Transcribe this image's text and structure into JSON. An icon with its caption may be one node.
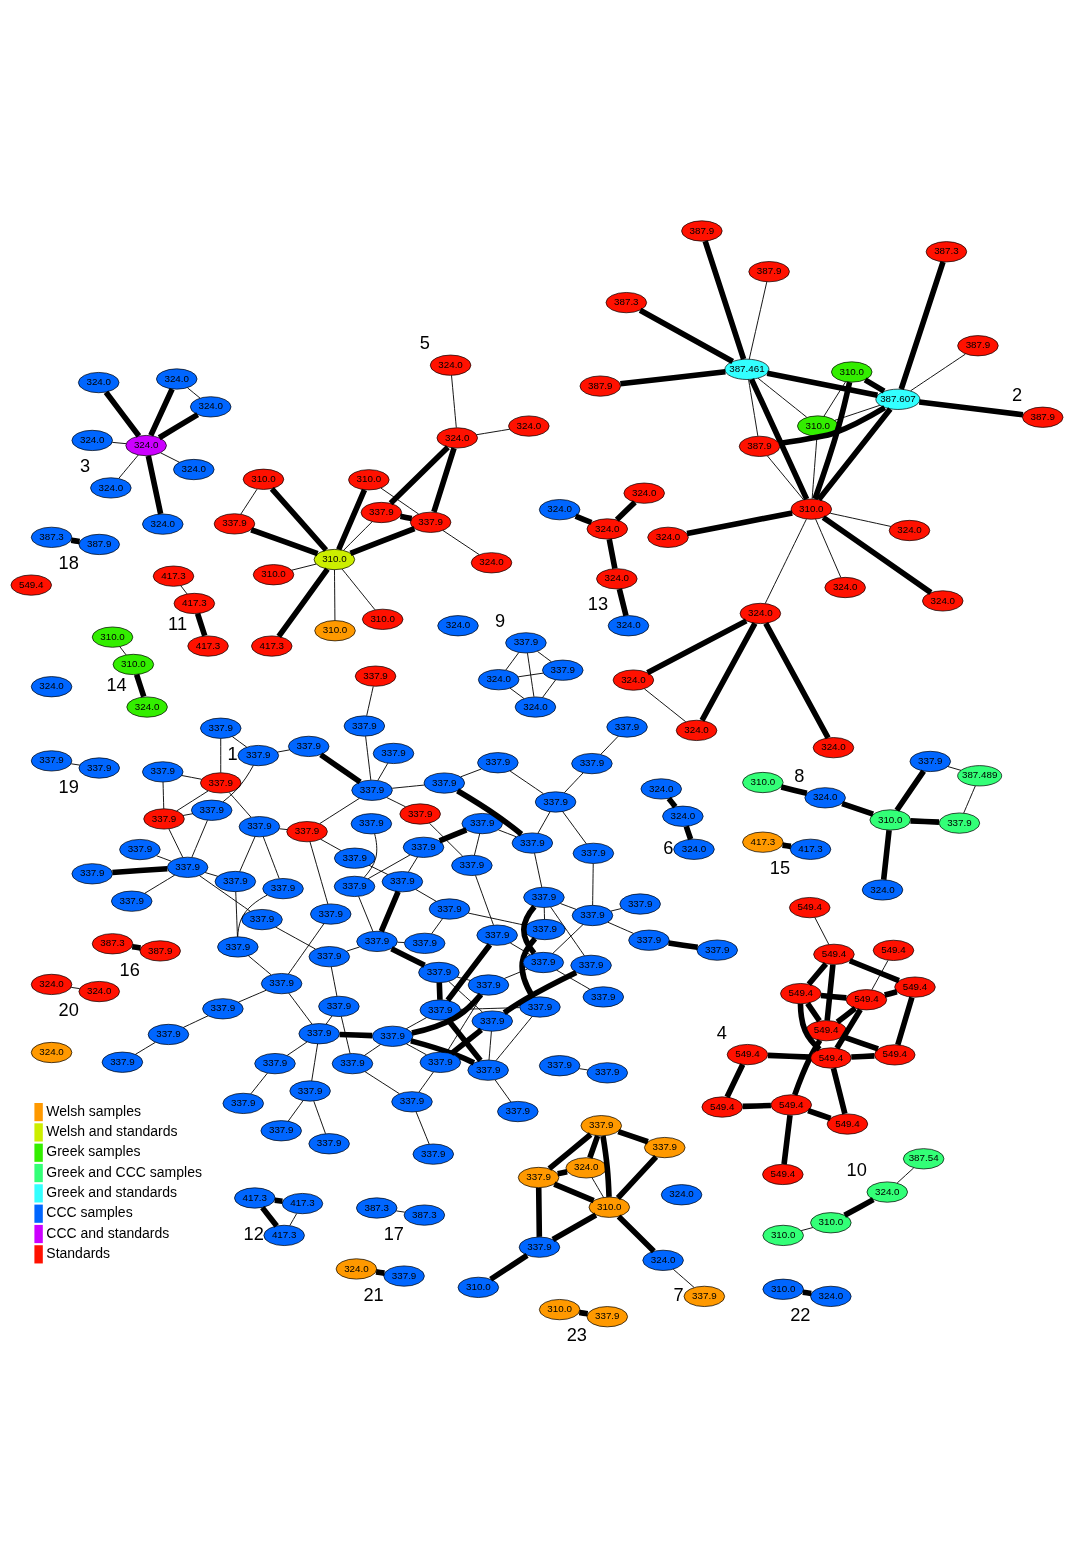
{
  "diagram": {
    "nodes": [
      {
        "text": [
          "337.9"
        ]
      },
      {
        "text": [
          "337.9"
        ]
      },
      {
        "text": [
          "337.9"
        ]
      },
      {
        "text": [
          "337.9"
        ]
      },
      {
        "text": [
          "337.9"
        ]
      },
      {
        "text": [
          "337.9"
        ]
      },
      {
        "text": [
          "337.9"
        ]
      },
      {
        "text": [
          "337.9"
        ]
      },
      {
        "text": [
          "337.9"
        ]
      },
      {
        "text": [
          "337.9"
        ]
      },
      {
        "text": [
          "337.9"
        ]
      },
      {
        "text": [
          "337.9"
        ]
      },
      {
        "text": [
          "337.9"
        ]
      },
      {
        "text": [
          "337.9"
        ]
      },
      {
        "text": [
          "337.9"
        ]
      },
      {
        "text": [
          "337.9"
        ]
      },
      {
        "text": [
          "337.9"
        ]
      },
      {
        "text": [
          "337.9"
        ]
      },
      {
        "text": [
          "337.9"
        ]
      },
      {
        "text": [
          "337.9"
        ]
      },
      {
        "text": [
          "337.9"
        ]
      },
      {
        "text": [
          "337.9"
        ]
      },
      {
        "text": [
          "337.9"
        ]
      },
      {
        "text": [
          "337.9"
        ]
      },
      {
        "text": [
          "337.9"
        ]
      },
      {
        "text": [
          "337.9"
        ]
      },
      {
        "text": [
          "337.9"
        ]
      },
      {
        "text": [
          "337.9"
        ]
      },
      {
        "text": [
          "337.9"
        ]
      },
      {
        "text": [
          "337.9"
        ]
      },
      {
        "text": [
          "337.9"
        ]
      },
      {
        "text": [
          "337.9"
        ]
      },
      {
        "text": [
          "337.9"
        ]
      },
      {
        "text": [
          "337.9"
        ]
      },
      {
        "text": [
          "337.9"
        ]
      },
      {
        "text": [
          "337.9"
        ]
      },
      {
        "text": [
          "337.9"
        ]
      },
      {
        "text": [
          "337.9"
        ]
      },
      {
        "text": [
          "337.9"
        ]
      },
      {
        "text": [
          "337.9"
        ]
      },
      {
        "text": [
          "337.9"
        ]
      },
      {
        "text": [
          "337.9"
        ]
      },
      {
        "text": [
          "337.9"
        ]
      },
      {
        "text": [
          "337.9"
        ]
      },
      {
        "text": [
          "337.9"
        ]
      },
      {
        "text": [
          "337.9"
        ]
      },
      {
        "text": [
          "337.9"
        ]
      },
      {
        "text": [
          "337.9"
        ]
      },
      {
        "text": [
          "337.9"
        ]
      },
      {
        "text": [
          "337.9"
        ]
      },
      {
        "text": [
          "337.9"
        ]
      },
      {
        "text": [
          "337.9"
        ]
      },
      {
        "text": [
          "337.9"
        ]
      },
      {
        "text": [
          "337.9"
        ]
      },
      {
        "text": [
          "337.9"
        ]
      },
      {
        "text": [
          "337.9"
        ]
      },
      {
        "text": [
          "337.9"
        ]
      },
      {
        "text": [
          "337.9"
        ]
      },
      {
        "text": [
          "337.9"
        ]
      },
      {
        "text": [
          "337.9"
        ]
      },
      {
        "text": [
          "337.9"
        ]
      },
      {
        "text": [
          "337.9"
        ]
      },
      {
        "text": [
          "337.9"
        ]
      },
      {
        "text": [
          "337.9"
        ]
      },
      {
        "text": [
          "337.9"
        ]
      },
      {
        "text": [
          "337.9"
        ]
      },
      {
        "text": [
          "337.9"
        ]
      },
      {
        "text": [
          "337.9"
        ]
      },
      {
        "text": [
          "337.9"
        ]
      },
      {
        "text": [
          "337.9"
        ]
      },
      {
        "text": [
          "337.9"
        ]
      },
      {
        "text": [
          "337.9"
        ],
        "beside": [
          "1"
        ]
      },
      {
        "text": [
          "337.9"
        ]
      },
      {
        "text": [
          "337.9"
        ]
      },
      {
        "text": [
          "337.9"
        ]
      },
      {
        "text": [
          "337.9"
        ]
      },
      {
        "text": [
          "324.0"
        ]
      },
      {
        "text": [
          "324.0"
        ]
      },
      {
        "text": [
          "324.0"
        ]
      },
      {
        "text": [
          "324.0"
        ]
      },
      {
        "text": [
          "324.0"
        ]
      },
      {
        "text": [
          "310.0"
        ]
      },
      {
        "text": [
          "324.0"
        ]
      },
      {
        "text": [
          "387.9"
        ]
      },
      {
        "text": [
          "310.0"
        ]
      },
      {
        "text": [
          "310.0"
        ]
      },
      {
        "text": [
          "324.0"
        ]
      },
      {
        "text": [
          "387.9"
        ]
      },
      {
        "text": [
          "324.0"
        ]
      },
      {
        "text": [
          "387.607"
        ]
      },
      {
        "text": [
          "387.9"
        ]
      },
      {
        "text": [
          "387.461"
        ]
      },
      {
        "text": [
          "387.9"
        ],
        "beside": [
          "2"
        ]
      },
      {
        "text": [
          "387.3"
        ]
      },
      {
        "text": [
          "387.9"
        ]
      },
      {
        "text": [
          "387.9"
        ]
      },
      {
        "text": [
          "387.3"
        ]
      },
      {
        "text": [
          "324.0"
        ]
      },
      {
        "text": [
          "324.0"
        ]
      },
      {
        "text": [
          "324.0"
        ]
      },
      {
        "text": [
          "324.0"
        ]
      },
      {
        "text": [
          "324.0"
        ]
      },
      {
        "text": [
          "324.0"
        ]
      },
      {
        "text": [
          "324.0"
        ],
        "beside": [
          "3"
        ]
      },
      {
        "text": [
          "324.0"
        ]
      },
      {
        "text": [
          "324.0"
        ]
      },
      {
        "text": [
          "324.0"
        ]
      },
      {
        "text": [
          "324.0"
        ]
      },
      {
        "text": [
          "549.4"
        ]
      },
      {
        "text": [
          "549.4"
        ]
      },
      {
        "text": [
          "549.4"
        ]
      },
      {
        "text": [
          "549.4"
        ]
      },
      {
        "text": [
          "549.4"
        ]
      },
      {
        "text": [
          "549.4"
        ]
      },
      {
        "text": [
          "549.4"
        ]
      },
      {
        "text": [
          "549.4"
        ]
      },
      {
        "text": [
          "549.4"
        ]
      },
      {
        "text": [
          "549.4"
        ]
      },
      {
        "text": [
          "549.4"
        ]
      },
      {
        "text": [
          "549.4"
        ]
      },
      {
        "text": [
          "549.4"
        ]
      },
      {
        "text": [
          "549.4"
        ],
        "beside": [
          "4"
        ]
      },
      {
        "text": [
          "337.9"
        ]
      },
      {
        "text": [
          "310.0"
        ]
      },
      {
        "text": [
          "310.0"
        ]
      },
      {
        "text": [
          "310.0"
        ]
      },
      {
        "text": [
          "324.0"
        ]
      },
      {
        "text": [
          "310.0"
        ]
      },
      {
        "text": [
          "417.3"
        ]
      },
      {
        "text": [
          "337.9"
        ]
      },
      {
        "text": [
          "310.0"
        ]
      },
      {
        "text": [
          "337.9"
        ]
      },
      {
        "text": [
          "310.0"
        ]
      },
      {
        "text": [
          "324.0"
        ]
      },
      {
        "text": [
          "324.0"
        ]
      },
      {
        "text": [
          "324.0"
        ],
        "beside": [
          "5"
        ]
      },
      {
        "text": [
          "324.0"
        ]
      },
      {
        "text": [
          "324.0"
        ]
      },
      {
        "text": [
          "324.0"
        ]
      },
      {
        "text": [
          "324.0"
        ],
        "beside": [
          "6"
        ]
      },
      {
        "text": [
          "324.0"
        ]
      },
      {
        "text": [
          "324.0"
        ]
      },
      {
        "text": [
          "324.0"
        ]
      },
      {
        "text": [
          "324.0"
        ]
      },
      {
        "text": [
          "324.0"
        ],
        "beside": [
          "13"
        ]
      },
      {
        "text": [
          "337.9"
        ]
      },
      {
        "text": [
          "337.9"
        ]
      },
      {
        "text": [
          "324.0"
        ]
      },
      {
        "text": [
          "337.9"
        ]
      },
      {
        "text": [
          "310.0"
        ]
      },
      {
        "text": [
          "337.9"
        ]
      },
      {
        "text": [
          "310.0"
        ]
      },
      {
        "text": [
          "324.0"
        ]
      },
      {
        "text": [
          "337.9"
        ],
        "beside": [
          "7"
        ]
      },
      {
        "text": [
          "337.9"
        ]
      },
      {
        "text": [
          "387.489"
        ]
      },
      {
        "text": [
          "324.0"
        ]
      },
      {
        "text": [
          "310.0"
        ]
      },
      {
        "text": [
          "337.9"
        ]
      },
      {
        "text": [
          "324.0"
        ],
        "beside": [
          "8"
        ]
      },
      {
        "text": [
          "310.0"
        ]
      },
      {
        "text": [
          "324.0"
        ]
      },
      {
        "text": [
          "337.9"
        ]
      },
      {
        "text": [
          "324.0"
        ]
      },
      {
        "text": [
          "337.9"
        ],
        "beside": [
          "9"
        ]
      },
      {
        "text": [
          "387.54"
        ]
      },
      {
        "text": [
          "324.0"
        ],
        "beside": [
          "10"
        ]
      },
      {
        "text": [
          "310.0"
        ]
      },
      {
        "text": [
          "310.0"
        ]
      },
      {
        "text": [
          "417.3"
        ]
      },
      {
        "text": [
          "417.3"
        ]
      },
      {
        "text": [
          "417.3"
        ],
        "beside": [
          "11"
        ]
      },
      {
        "text": [
          "417.3"
        ]
      },
      {
        "text": [
          "417.3"
        ]
      },
      {
        "text": [
          "417.3"
        ],
        "beside": [
          "12"
        ]
      },
      {
        "text": [
          "310.0"
        ]
      },
      {
        "text": [
          "310.0"
        ]
      },
      {
        "text": [
          "324.0"
        ],
        "beside": [
          "14"
        ]
      },
      {
        "text": [
          "549.4"
        ]
      },
      {
        "text": [
          "417.3"
        ]
      },
      {
        "text": [
          "417.3"
        ],
        "beside": [
          "15"
        ]
      },
      {
        "text": [
          "387.3"
        ]
      },
      {
        "text": [
          "387.9"
        ],
        "beside": [
          "16"
        ]
      },
      {
        "text": [
          "387.3"
        ]
      },
      {
        "text": [
          "387.3"
        ],
        "beside": [
          "17"
        ]
      },
      {
        "text": [
          "387.3"
        ]
      },
      {
        "text": [
          "387.9"
        ],
        "beside": [
          "18"
        ]
      },
      {
        "text": [
          "337.9"
        ]
      },
      {
        "text": [
          "337.9"
        ],
        "beside": [
          "19"
        ]
      },
      {
        "text": [
          "324.0"
        ]
      },
      {
        "text": [
          "324.0"
        ],
        "beside": [
          "20"
        ]
      },
      {
        "text": [
          "324.0"
        ]
      },
      {
        "text": [
          "337.9"
        ],
        "beside": [
          "21"
        ]
      },
      {
        "text": [
          "310.0"
        ]
      },
      {
        "text": [
          "324.0"
        ],
        "beside": [
          "22"
        ]
      },
      {
        "text": [
          "310.0"
        ]
      },
      {
        "text": [
          "337.9"
        ],
        "beside": [
          "23"
        ]
      }
    ],
    "edges": [
      {
        "from": 0,
        "to": 1,
        "arrow": "none"
      },
      {
        "from": 1,
        "to": 2,
        "arrow": "none"
      },
      {
        "from": 2,
        "to": 8,
        "arrow": "none"
      },
      {
        "from": 2,
        "to": 7,
        "arrow": "none",
        "style": "thick"
      },
      {
        "from": 2,
        "to": 19,
        "arrow": "none"
      },
      {
        "from": 2,
        "to": 38,
        "arrow": "none"
      },
      {
        "from": 3,
        "to": 6,
        "arrow": "none"
      },
      {
        "from": 4,
        "to": 17,
        "arrow": "none"
      },
      {
        "from": 5,
        "to": 8,
        "arrow": "none"
      },
      {
        "from": 8,
        "to": 9,
        "arrow": "none"
      },
      {
        "from": 10,
        "to": 13,
        "arrow": "none",
        "style": "thick"
      },
      {
        "from": 6,
        "to": 7,
        "arrow": "none",
        "style": "thick"
      },
      {
        "from": 6,
        "to": 11,
        "arrow": "none"
      },
      {
        "from": 6,
        "to": 12,
        "arrow": "none",
        "style": "thick"
      },
      {
        "from": 6,
        "to": 13,
        "arrow": "none"
      },
      {
        "from": 7,
        "to": 15,
        "arrow": "none",
        "style": "thick"
      },
      {
        "from": 7,
        "to": 12,
        "arrow": "none"
      },
      {
        "from": 7,
        "to": 16,
        "arrow": "none"
      },
      {
        "from": 7,
        "to": 18,
        "arrow": "none"
      },
      {
        "from": 11,
        "to": 12,
        "arrow": "none"
      },
      {
        "from": 12,
        "to": 14,
        "arrow": "none",
        "style": "thick"
      },
      {
        "from": 13,
        "to": 14,
        "arrow": "none"
      },
      {
        "from": 14,
        "to": 15,
        "arrow": "none"
      },
      {
        "from": 15,
        "to": 16,
        "arrow": "none"
      },
      {
        "from": 16,
        "to": 17,
        "arrow": "none"
      },
      {
        "from": 17,
        "to": 18,
        "arrow": "none"
      },
      {
        "from": 18,
        "to": 19,
        "arrow": "none"
      },
      {
        "from": 19,
        "to": 20,
        "arrow": "none"
      },
      {
        "from": 20,
        "to": 28,
        "arrow": "none"
      },
      {
        "from": 28,
        "to": 40,
        "arrow": "none"
      },
      {
        "from": 40,
        "to": 29,
        "arrow": "none",
        "style": "thick"
      },
      {
        "from": 40,
        "to": 41,
        "arrow": "none"
      },
      {
        "from": 40,
        "to": 49,
        "arrow": "none"
      },
      {
        "from": 40,
        "to": 39,
        "arrow": "none"
      },
      {
        "from": 40,
        "to": 48,
        "arrow": "none"
      },
      {
        "from": 40,
        "to": 64,
        "arrow": "none"
      },
      {
        "from": 21,
        "to": 22,
        "arrow": "none"
      },
      {
        "from": 22,
        "to": 23,
        "arrow": "none"
      },
      {
        "from": 22,
        "to": 34,
        "arrow": "none"
      },
      {
        "from": 23,
        "to": 25,
        "arrow": "none"
      },
      {
        "from": 24,
        "to": 26,
        "arrow": "none"
      },
      {
        "from": 25,
        "to": 36,
        "arrow": "none"
      },
      {
        "from": 26,
        "to": 27,
        "arrow": "none"
      },
      {
        "from": 27,
        "to": 38,
        "arrow": "none"
      },
      {
        "from": 30,
        "to": 31,
        "arrow": "none",
        "style": "thick"
      },
      {
        "from": 31,
        "to": 32,
        "arrow": "none"
      },
      {
        "from": 32,
        "to": 33,
        "arrow": "none"
      },
      {
        "from": 32,
        "to": 44,
        "arrow": "none"
      },
      {
        "from": 32,
        "to": 58,
        "arrow": "none"
      },
      {
        "from": 32,
        "to": 42,
        "arrow": "none"
      },
      {
        "from": 33,
        "to": 35,
        "arrow": "none"
      },
      {
        "from": 33,
        "to": 50,
        "arrow": "none"
      },
      {
        "from": 34,
        "to": 37,
        "arrow": "none"
      },
      {
        "from": 35,
        "to": 36,
        "arrow": "none"
      },
      {
        "from": 36,
        "to": 37,
        "arrow": "none"
      },
      {
        "from": 37,
        "to": 53,
        "arrow": "none"
      },
      {
        "from": 38,
        "to": 46,
        "arrow": "none"
      },
      {
        "from": 38,
        "to": 47,
        "arrow": "none"
      },
      {
        "from": 39,
        "to": 47,
        "arrow": "none"
      },
      {
        "from": 39,
        "to": 56,
        "arrow": "none"
      },
      {
        "from": 43,
        "to": 44,
        "arrow": "none"
      },
      {
        "from": 44,
        "to": 45,
        "arrow": "none"
      },
      {
        "from": 45,
        "to": 52,
        "arrow": "none"
      },
      {
        "from": 46,
        "to": 54,
        "arrow": "none"
      },
      {
        "from": 47,
        "to": 55,
        "arrow": "none"
      },
      {
        "from": 48,
        "to": 57,
        "arrow": "none"
      },
      {
        "from": 48,
        "to": 63,
        "arrow": "none"
      },
      {
        "from": 48,
        "to": 64,
        "arrow": "none"
      },
      {
        "from": 53,
        "to": 54,
        "arrow": "none"
      },
      {
        "from": 54,
        "to": 56,
        "arrow": "none"
      },
      {
        "from": 54,
        "to": 60,
        "arrow": "none"
      },
      {
        "from": 55,
        "to": 56,
        "arrow": "none"
      },
      {
        "from": 56,
        "to": 57,
        "arrow": "none"
      },
      {
        "from": 57,
        "to": 62,
        "arrow": "none"
      },
      {
        "from": 57,
        "to": 63,
        "arrow": "none"
      },
      {
        "from": 50,
        "to": 51,
        "arrow": "none"
      },
      {
        "from": 51,
        "to": 52,
        "arrow": "none"
      },
      {
        "from": 58,
        "to": 59,
        "arrow": "none"
      },
      {
        "from": 59,
        "to": 65,
        "arrow": "none"
      },
      {
        "from": 59,
        "to": 67,
        "arrow": "none"
      },
      {
        "from": 50,
        "to": 59,
        "arrow": "none"
      },
      {
        "from": 65,
        "to": 68,
        "arrow": "none"
      },
      {
        "from": 60,
        "to": 61,
        "arrow": "none"
      },
      {
        "from": 60,
        "to": 66,
        "arrow": "none"
      },
      {
        "from": 60,
        "to": 69,
        "arrow": "none",
        "style": "thick"
      },
      {
        "from": 60,
        "to": 73,
        "arrow": "none"
      },
      {
        "from": 61,
        "to": 70,
        "arrow": "none"
      },
      {
        "from": 62,
        "to": 71,
        "arrow": "none"
      },
      {
        "from": 69,
        "to": 71,
        "arrow": "none"
      },
      {
        "from": 71,
        "to": 64,
        "arrow": "none"
      },
      {
        "from": 66,
        "to": 52,
        "arrow": "none"
      },
      {
        "from": 72,
        "to": 67,
        "arrow": "none"
      },
      {
        "from": 68,
        "to": 60,
        "arrow": "none"
      },
      {
        "from": 20,
        "to": 23,
        "arrow": "none"
      },
      {
        "from": 10,
        "to": 33,
        "arrow": "none"
      },
      {
        "from": 15,
        "to": 44,
        "arrow": "none"
      },
      {
        "from": 13,
        "to": 16,
        "arrow": "none",
        "style": "thick"
      },
      {
        "from": 14,
        "to": 23,
        "arrow": "none",
        "style": "thick"
      },
      {
        "from": 11,
        "to": 35,
        "arrow": "none",
        "style": "thick"
      },
      {
        "from": 12,
        "to": 45,
        "arrow": "none",
        "style": "thick"
      },
      {
        "from": 33,
        "to": 44,
        "arrow": "none",
        "style": "thick"
      },
      {
        "from": 23,
        "to": 37,
        "arrow": "none",
        "style": "thick"
      },
      {
        "from": 34,
        "to": 51,
        "arrow": "none",
        "style": "thick"
      },
      {
        "from": 50,
        "to": 68,
        "arrow": "none",
        "style": "thick"
      },
      {
        "from": 74,
        "to": 75,
        "arrow": "none"
      },
      {
        "from": 76,
        "to": 79,
        "arrow": "none",
        "style": "thick"
      },
      {
        "from": 77,
        "to": 79,
        "arrow": "none",
        "style": "thick"
      },
      {
        "from": 78,
        "to": 79,
        "arrow": "none",
        "style": "thick"
      },
      {
        "from": 76,
        "to": 78,
        "arrow": "none"
      },
      {
        "from": 79,
        "to": 85,
        "arrow": "none"
      },
      {
        "from": 80,
        "to": 85,
        "arrow": "none"
      },
      {
        "from": 82,
        "to": 85,
        "arrow": "none",
        "style": "thick"
      },
      {
        "from": 86,
        "to": 85,
        "arrow": "none",
        "style": "thick"
      },
      {
        "from": 88,
        "to": 85,
        "arrow": "none"
      },
      {
        "from": 81,
        "to": 85,
        "arrow": "none",
        "style": "thick"
      },
      {
        "from": 81,
        "to": 84,
        "arrow": "none"
      },
      {
        "from": 81,
        "to": 89,
        "arrow": "none",
        "style": "thick"
      },
      {
        "from": 84,
        "to": 85,
        "arrow": "none"
      },
      {
        "from": 84,
        "to": 89,
        "arrow": "none"
      },
      {
        "from": 84,
        "to": 91,
        "arrow": "none"
      },
      {
        "from": 83,
        "to": 89,
        "arrow": "none"
      },
      {
        "from": 87,
        "to": 85,
        "arrow": "none"
      },
      {
        "from": 87,
        "to": 89,
        "arrow": "none",
        "style": "thick"
      },
      {
        "from": 87,
        "to": 91,
        "arrow": "none"
      },
      {
        "from": 85,
        "to": 89,
        "arrow": "none",
        "style": "thick"
      },
      {
        "from": 85,
        "to": 91,
        "arrow": "none",
        "style": "thick"
      },
      {
        "from": 89,
        "to": 91,
        "arrow": "none",
        "style": "thick"
      },
      {
        "from": 89,
        "to": 92,
        "arrow": "none",
        "style": "thick"
      },
      {
        "from": 89,
        "to": 93,
        "arrow": "none",
        "style": "thick"
      },
      {
        "from": 90,
        "to": 91,
        "arrow": "none"
      },
      {
        "from": 94,
        "to": 91,
        "arrow": "none",
        "style": "thick"
      },
      {
        "from": 95,
        "to": 91,
        "arrow": "none",
        "style": "thick"
      },
      {
        "from": 96,
        "to": 91,
        "arrow": "none",
        "style": "thick"
      },
      {
        "from": 101,
        "to": 97,
        "arrow": "none"
      },
      {
        "from": 101,
        "to": 98,
        "arrow": "none",
        "style": "thick"
      },
      {
        "from": 101,
        "to": 99,
        "arrow": "none",
        "style": "thick"
      },
      {
        "from": 101,
        "to": 100,
        "arrow": "none",
        "style": "thick"
      },
      {
        "from": 98,
        "to": 100,
        "arrow": "none"
      },
      {
        "from": 101,
        "to": 102,
        "arrow": "none",
        "style": "thick"
      },
      {
        "from": 101,
        "to": 103,
        "arrow": "none"
      },
      {
        "from": 101,
        "to": 104,
        "arrow": "none"
      },
      {
        "from": 108,
        "to": 110,
        "arrow": "none",
        "style": "thick"
      },
      {
        "from": 109,
        "to": 110,
        "arrow": "none",
        "style": "thick"
      },
      {
        "from": 111,
        "to": 117,
        "arrow": "none"
      },
      {
        "from": 116,
        "to": 113,
        "arrow": "none"
      },
      {
        "from": 110,
        "to": 114,
        "arrow": "none",
        "style": "thick"
      },
      {
        "from": 110,
        "to": 118,
        "arrow": "none",
        "style": "thick"
      },
      {
        "from": 114,
        "to": 121,
        "arrow": "none",
        "style": "thick"
      },
      {
        "from": 119,
        "to": 121,
        "arrow": "none",
        "style": "thick"
      },
      {
        "from": 109,
        "to": 113,
        "arrow": "none",
        "style": "thick"
      },
      {
        "from": 109,
        "to": 115,
        "arrow": "none",
        "style": "thick"
      },
      {
        "from": 109,
        "to": 117,
        "arrow": "none",
        "style": "thick"
      },
      {
        "from": 109,
        "to": 120,
        "arrow": "none",
        "style": "thick"
      },
      {
        "from": 112,
        "to": 115,
        "arrow": "none",
        "style": "thick"
      },
      {
        "from": 112,
        "to": 117,
        "arrow": "none",
        "style": "thick"
      },
      {
        "from": 113,
        "to": 120,
        "arrow": "none",
        "style": "thick"
      },
      {
        "from": 117,
        "to": 120,
        "arrow": "none",
        "style": "thick"
      },
      {
        "from": 115,
        "to": 119,
        "arrow": "none",
        "style": "thick"
      },
      {
        "from": 118,
        "to": 119,
        "arrow": "none",
        "style": "thick"
      },
      {
        "from": 117,
        "to": 119,
        "arrow": "none",
        "style": "thick"
      },
      {
        "from": 120,
        "to": 119,
        "arrow": "none",
        "style": "thick"
      },
      {
        "from": 113,
        "to": 112,
        "arrow": "none",
        "style": "thick"
      },
      {
        "from": 122,
        "to": 123,
        "arrow": "none"
      },
      {
        "from": 122,
        "to": 127,
        "arrow": "none",
        "style": "thick"
      },
      {
        "from": 123,
        "to": 127,
        "arrow": "none",
        "style": "thick"
      },
      {
        "from": 124,
        "to": 127,
        "arrow": "none"
      },
      {
        "from": 125,
        "to": 127,
        "arrow": "none",
        "style": "thick"
      },
      {
        "from": 125,
        "to": 129,
        "arrow": "none"
      },
      {
        "from": 126,
        "to": 129,
        "arrow": "none"
      },
      {
        "from": 127,
        "to": 128,
        "arrow": "none",
        "style": "thick"
      },
      {
        "from": 127,
        "to": 129,
        "arrow": "none",
        "style": "thick"
      },
      {
        "from": 127,
        "to": 130,
        "arrow": "none"
      },
      {
        "from": 127,
        "to": 131,
        "arrow": "none"
      },
      {
        "from": 127,
        "to": 132,
        "arrow": "none"
      },
      {
        "from": 129,
        "to": 131,
        "arrow": "none",
        "style": "thick"
      },
      {
        "from": 129,
        "to": 133,
        "arrow": "none",
        "style": "thick"
      },
      {
        "from": 131,
        "to": 133,
        "arrow": "none",
        "style": "thick"
      },
      {
        "from": 133,
        "to": 134,
        "arrow": "none"
      },
      {
        "from": 133,
        "to": 135,
        "arrow": "none"
      },
      {
        "from": 137,
        "to": 138,
        "arrow": "none",
        "style": "thick"
      },
      {
        "from": 138,
        "to": 139,
        "arrow": "none",
        "style": "thick"
      },
      {
        "from": 140,
        "to": 141,
        "arrow": "none",
        "style": "thick"
      },
      {
        "from": 140,
        "to": 143,
        "arrow": "none",
        "style": "thick"
      },
      {
        "from": 140,
        "to": 142,
        "arrow": "none",
        "style": "thick"
      },
      {
        "from": 142,
        "to": 144,
        "arrow": "none",
        "style": "thick"
      },
      {
        "from": 145,
        "to": 146,
        "arrow": "none",
        "style": "thick"
      },
      {
        "from": 145,
        "to": 147,
        "arrow": "none",
        "style": "thick"
      },
      {
        "from": 145,
        "to": 148,
        "arrow": "none",
        "style": "thick"
      },
      {
        "from": 145,
        "to": 149,
        "arrow": "none",
        "style": "thick"
      },
      {
        "from": 146,
        "to": 147,
        "arrow": "none",
        "style": "thick"
      },
      {
        "from": 146,
        "to": 149,
        "arrow": "none",
        "style": "thick"
      },
      {
        "from": 146,
        "to": 150,
        "arrow": "none",
        "style": "thick"
      },
      {
        "from": 147,
        "to": 149,
        "arrow": "none"
      },
      {
        "from": 148,
        "to": 149,
        "arrow": "none",
        "style": "thick"
      },
      {
        "from": 149,
        "to": 150,
        "arrow": "none",
        "style": "thick"
      },
      {
        "from": 150,
        "to": 151,
        "arrow": "none",
        "style": "thick"
      },
      {
        "from": 149,
        "to": 152,
        "arrow": "none",
        "style": "thick"
      },
      {
        "from": 152,
        "to": 153,
        "arrow": "none"
      },
      {
        "from": 154,
        "to": 155,
        "arrow": "none"
      },
      {
        "from": 154,
        "to": 157,
        "arrow": "none",
        "style": "thick"
      },
      {
        "from": 156,
        "to": 157,
        "arrow": "none",
        "style": "thick"
      },
      {
        "from": 155,
        "to": 158,
        "arrow": "none"
      },
      {
        "from": 158,
        "to": 157,
        "arrow": "none",
        "style": "thick"
      },
      {
        "from": 157,
        "to": 159,
        "arrow": "none",
        "style": "thick"
      },
      {
        "from": 159,
        "to": 160,
        "arrow": "none",
        "style": "thick"
      },
      {
        "from": 161,
        "to": 162,
        "arrow": "none"
      },
      {
        "from": 161,
        "to": 163,
        "arrow": "none"
      },
      {
        "from": 161,
        "to": 164,
        "arrow": "none"
      },
      {
        "from": 162,
        "to": 163,
        "arrow": "none"
      },
      {
        "from": 162,
        "to": 164,
        "arrow": "none"
      },
      {
        "from": 164,
        "to": 163,
        "arrow": "none"
      },
      {
        "from": 165,
        "to": 166,
        "arrow": "none"
      },
      {
        "from": 166,
        "to": 167,
        "arrow": "none",
        "style": "thick"
      },
      {
        "from": 167,
        "to": 168,
        "arrow": "none"
      },
      {
        "from": 169,
        "to": 170,
        "arrow": "none"
      },
      {
        "from": 170,
        "to": 171,
        "arrow": "none",
        "style": "thick"
      },
      {
        "from": 172,
        "to": 173,
        "arrow": "none",
        "style": "thick"
      },
      {
        "from": 172,
        "to": 174,
        "arrow": "none",
        "style": "thick"
      },
      {
        "from": 173,
        "to": 174,
        "arrow": "none"
      },
      {
        "from": 175,
        "to": 176,
        "arrow": "none"
      },
      {
        "from": 176,
        "to": 177,
        "arrow": "none",
        "style": "thick"
      },
      {
        "from": 179,
        "to": 180,
        "arrow": "none",
        "style": "thick"
      },
      {
        "from": 181,
        "to": 182,
        "arrow": "none",
        "style": "thick"
      },
      {
        "from": 183,
        "to": 184,
        "arrow": "none"
      },
      {
        "from": 185,
        "to": 186,
        "arrow": "none",
        "style": "thick"
      },
      {
        "from": 187,
        "to": 188,
        "arrow": "none"
      },
      {
        "from": 189,
        "to": 190,
        "arrow": "none"
      },
      {
        "from": 191,
        "to": 192,
        "arrow": "none",
        "style": "thick"
      },
      {
        "from": 193,
        "to": 194,
        "arrow": "none",
        "style": "thick"
      },
      {
        "from": 195,
        "to": 196,
        "arrow": "none",
        "style": "thick"
      }
    ],
    "legend": [
      {
        "text": "Welsh samples",
        "color": "#ff9900"
      },
      {
        "text": "Welsh and standards",
        "color": "#ccee00"
      },
      {
        "text": "Greek samples",
        "color": "#33ee00"
      },
      {
        "text": "Greek and CCC samples",
        "color": "#33ff77"
      },
      {
        "text": "Greek and standards",
        "color": "#33ffff"
      },
      {
        "text": "CCC samples",
        "color": "#0066ff"
      },
      {
        "text": "CCC and standards",
        "color": "#cc00ff"
      },
      {
        "text": "Standards",
        "color": "#ff1100"
      }
    ]
  }
}
